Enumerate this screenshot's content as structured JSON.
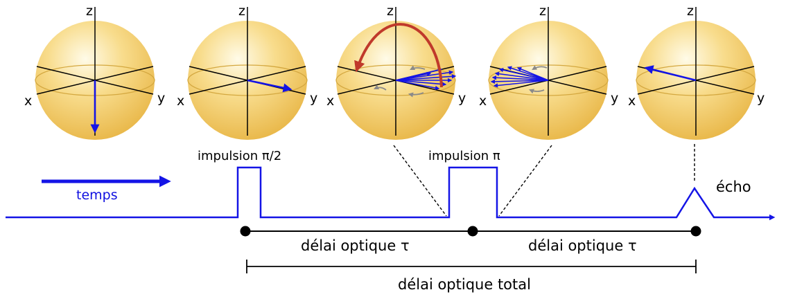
{
  "axes": {
    "x": "x",
    "y": "y",
    "z": "z"
  },
  "labels": {
    "pulse_half": "impulsion π/2",
    "pulse_pi": "impulsion π",
    "echo": "écho",
    "time": "temps",
    "delay1": "délai optique τ",
    "delay2": "délai optique τ",
    "total_delay": "délai optique total"
  },
  "colors": {
    "signal": "#1414e6",
    "vector": "#1414e6",
    "rotation_arc": "#c0392b",
    "sphere": "#f3cf6a",
    "precession_arrow": "#8a8a8a"
  }
}
